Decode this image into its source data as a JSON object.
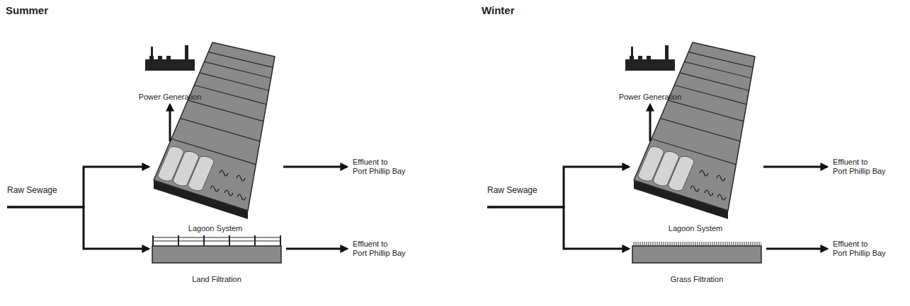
{
  "diagram": {
    "nodes": [
      {
        "text": [
          "Raw Sewage"
        ]
      },
      {
        "text": [
          "Power Generation"
        ]
      },
      {
        "text": [
          "Lagoon System"
        ]
      },
      {
        "text": [
          "Land Filtration"
        ]
      },
      {
        "text": [
          "Effluent to Port Phillip Bay"
        ]
      },
      {
        "text": [
          "Effluent to Port Phillip Bay"
        ]
      },
      {
        "text": [
          "Raw Sewage"
        ]
      },
      {
        "text": [
          "Power Generation"
        ]
      },
      {
        "text": [
          "Lagoon System"
        ]
      },
      {
        "text": [
          "Grass Filtration"
        ]
      },
      {
        "text": [
          "Effluent to Port Phillip Bay"
        ]
      },
      {
        "text": [
          "Effluent to Port Phillip Bay"
        ]
      }
    ],
    "edges": [
      {
        "from": 0,
        "to": 2,
        "arrow": "to"
      },
      {
        "from": 0,
        "to": 3,
        "arrow": "to"
      },
      {
        "from": 2,
        "to": 1,
        "arrow": "to"
      },
      {
        "from": 2,
        "to": 4,
        "arrow": "to"
      },
      {
        "from": 3,
        "to": 5,
        "arrow": "to"
      },
      {
        "from": 6,
        "to": 8,
        "arrow": "to"
      },
      {
        "from": 6,
        "to": 9,
        "arrow": "to"
      },
      {
        "from": 8,
        "to": 7,
        "arrow": "to"
      },
      {
        "from": 8,
        "to": 10,
        "arrow": "to"
      },
      {
        "from": 9,
        "to": 11,
        "arrow": "to"
      }
    ],
    "labels": [
      "Summer",
      "Winter"
    ]
  }
}
